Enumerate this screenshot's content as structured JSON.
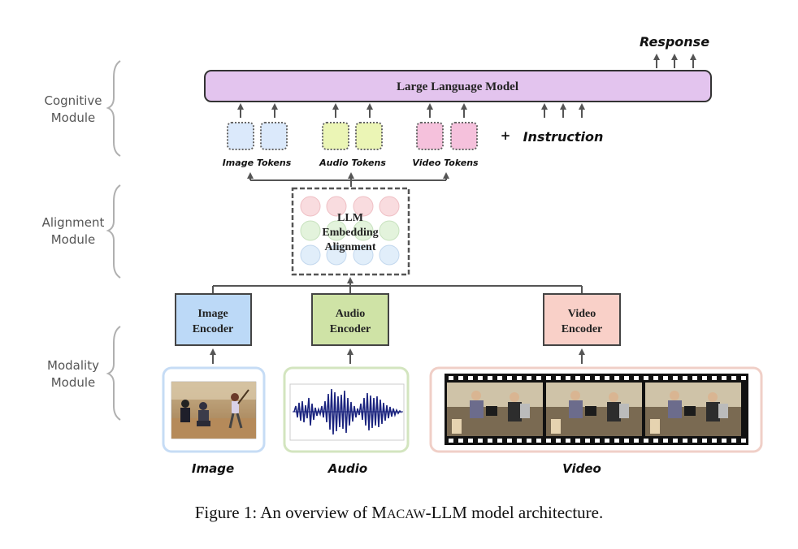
{
  "modules": {
    "cognitive": [
      "Cognitive",
      "Module"
    ],
    "alignment": [
      "Alignment",
      "Module"
    ],
    "modality": [
      "Modality",
      "Module"
    ]
  },
  "llm_label": "Large Language Model",
  "response_label": "Response",
  "instruction": {
    "plus": "+",
    "label": "Instruction"
  },
  "token_groups": {
    "image": "Image Tokens",
    "audio": "Audio Tokens",
    "video": "Video Tokens"
  },
  "alignment_box": [
    "LLM",
    "Embedding",
    "Alignment"
  ],
  "encoders": {
    "image": [
      "Image",
      "Encoder"
    ],
    "audio": [
      "Audio",
      "Encoder"
    ],
    "video": [
      "Video",
      "Encoder"
    ]
  },
  "inputs": {
    "image": "Image",
    "audio": "Audio",
    "video": "Video"
  },
  "caption": {
    "prefix": "Figure 1: An overview of M",
    "smallcaps": "ACAW",
    "suffix": "-LLM model architecture."
  },
  "colors": {
    "llm_fill": "#e3c4ee",
    "image_token_fill": "#dbe9fb",
    "audio_token_fill": "#ebf5b5",
    "video_token_fill": "#f5c1dc",
    "image_encoder_fill": "#bcd9f7",
    "audio_encoder_fill": "#cfe3a6",
    "video_encoder_fill": "#f9d0c8",
    "image_panel_border": "#c6dcf5",
    "audio_panel_border": "#d3e5bf",
    "video_panel_border": "#f0cfc7",
    "arrow": "#555555",
    "waveform": "#1a237e"
  },
  "icons": [
    "up-arrow-icon",
    "brace-icon",
    "waveform-icon",
    "film-strip-icon",
    "photo-icon"
  ]
}
